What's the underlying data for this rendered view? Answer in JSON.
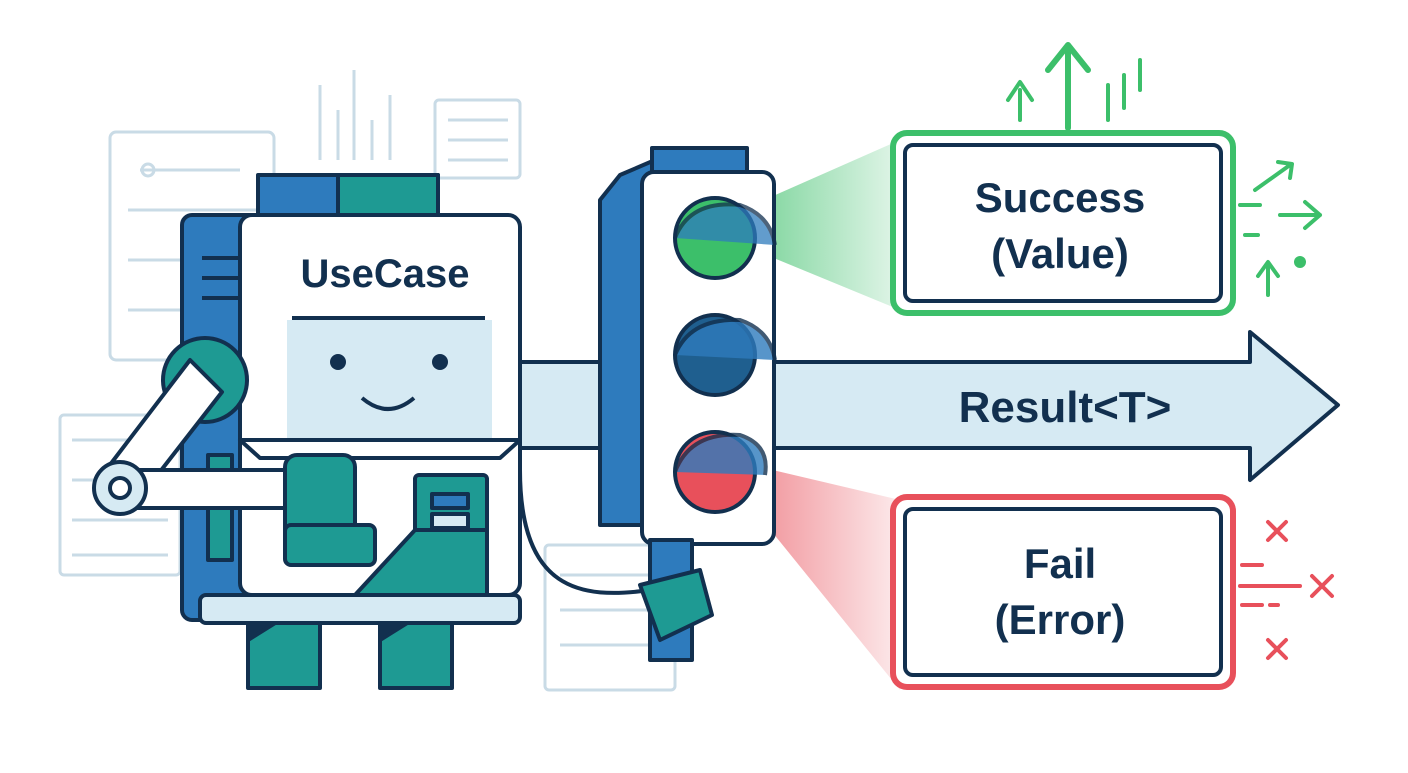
{
  "robot": {
    "label": "UseCase"
  },
  "arrow": {
    "label": "Result<T>"
  },
  "success_box": {
    "line1": "Success",
    "line2": "(Value)"
  },
  "fail_box": {
    "line1": "Fail",
    "line2": "(Error)"
  },
  "colors": {
    "ink": "#12304f",
    "blue": "#2e7bbd",
    "teal": "#1e9a93",
    "green": "#3cbf6a",
    "red": "#e8505b",
    "arrow_fill": "#d6eaf3",
    "faded": "#c9dbe6"
  }
}
